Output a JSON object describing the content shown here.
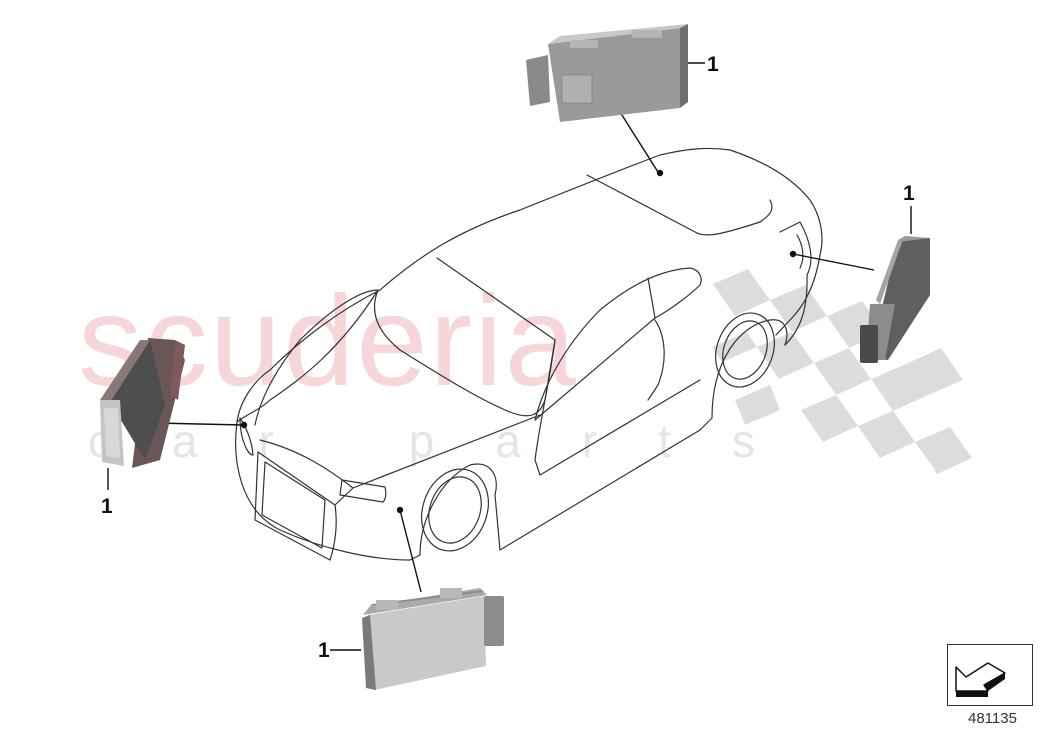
{
  "watermark": {
    "brand": "scuderia",
    "subtitle": "car parts",
    "brand_color": "#f7d6da",
    "subtitle_color": "#e6e4e6",
    "checker_color": "#dcdcdc"
  },
  "diagram": {
    "subject": "car-outline",
    "modules": [
      {
        "position": "top-roof",
        "callout": "1"
      },
      {
        "position": "rear-right",
        "callout": "1"
      },
      {
        "position": "front-left",
        "callout": "1"
      },
      {
        "position": "front-bottom",
        "callout": "1"
      }
    ]
  },
  "navigation": {
    "icon": "arrow-down-left-icon",
    "diagram_id": "481135"
  }
}
